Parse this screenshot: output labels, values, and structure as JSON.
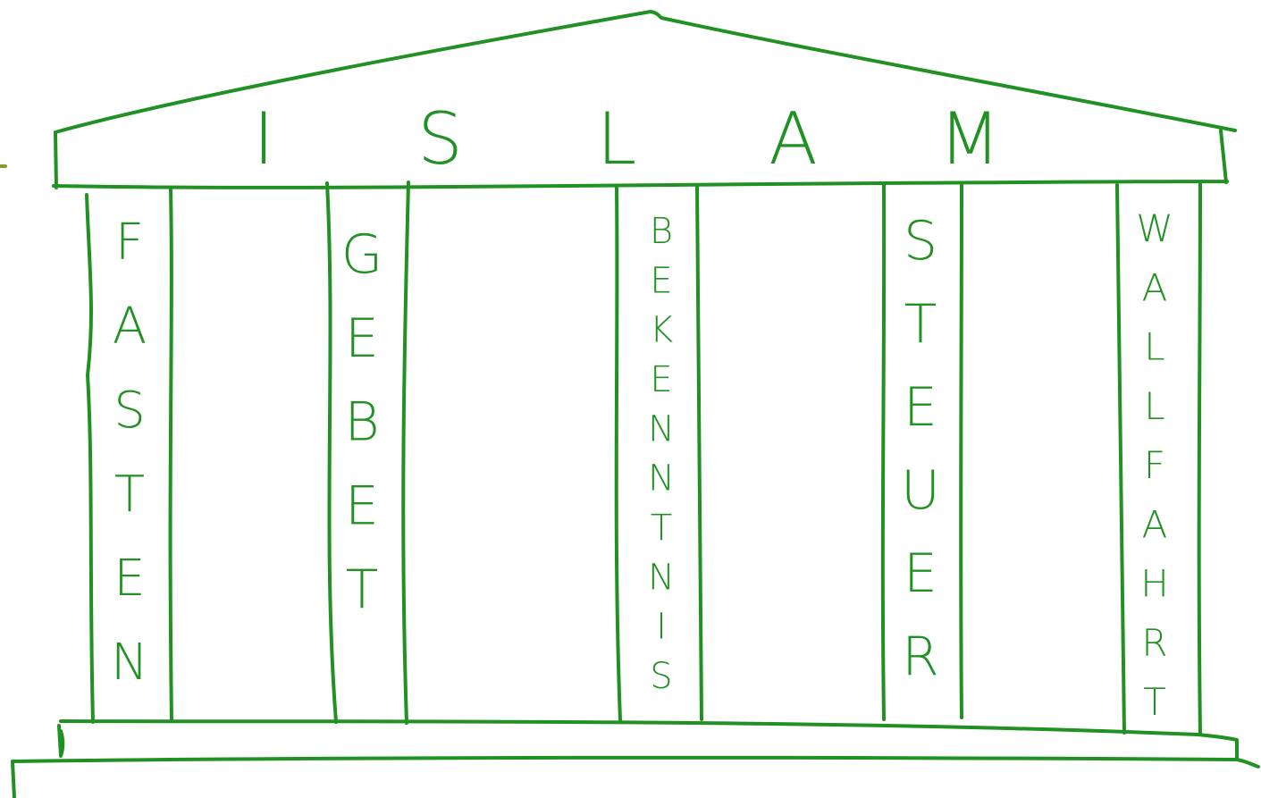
{
  "colors": {
    "ink": "#219123",
    "accent_tick": "#8a9a2a",
    "background": "#ffffff"
  },
  "roof": {
    "title": "ISLAM"
  },
  "pillars": [
    {
      "label": "FASTEN"
    },
    {
      "label": "GEBET"
    },
    {
      "label": "BEKENNTNIS"
    },
    {
      "label": "STEUER"
    },
    {
      "label": "WALLFAHRT"
    }
  ]
}
